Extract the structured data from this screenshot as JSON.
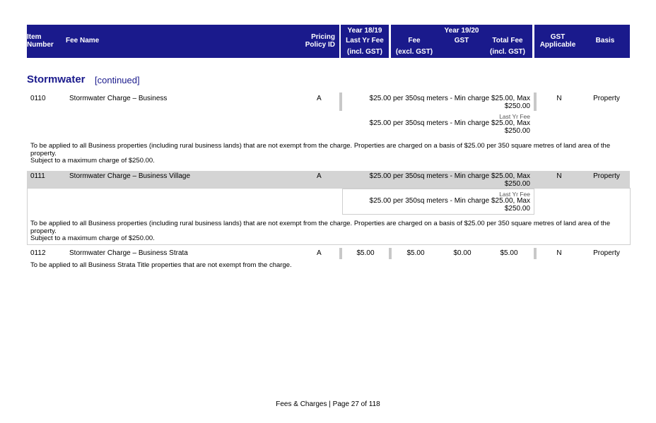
{
  "header": {
    "item_number": "Item\nNumber",
    "fee_name": "Fee Name",
    "pricing_policy": "Pricing\nPolicy ID",
    "year_prev": "Year 18/19",
    "last_yr_fee": "Last Yr Fee",
    "incl_gst_1": "(incl. GST)",
    "year_curr": "Year 19/20",
    "fee": "Fee",
    "excl_gst": "(excl. GST)",
    "gst": "GST",
    "total_fee": "Total Fee",
    "incl_gst_2": "(incl. GST)",
    "gst_applicable": "GST\nApplicable",
    "basis": "Basis"
  },
  "section": {
    "title": "Stormwater",
    "continued": "[continued]"
  },
  "rows": [
    {
      "item": "0110",
      "name": "Stormwater Charge  – Business",
      "policy": "A",
      "fee_text": "$25.00 per 350sq meters - Min charge $25.00, Max $250.00",
      "last_yr_label": "Last Yr Fee",
      "last_yr_text": "$25.00 per 350sq meters - Min charge $25.00, Max $250.00",
      "gst_applicable": "N",
      "basis": "Property",
      "desc_1": "To be applied to all Business properties (including rural business lands) that are not exempt from the charge. Properties are charged on a basis of $25.00 per 350 square metres of land area of the property.",
      "desc_2": "Subject to a maximum charge of $250.00."
    },
    {
      "item": "0111",
      "name": "Stormwater Charge  – Business Village",
      "policy": "A",
      "fee_text": "$25.00 per 350sq meters - Min charge $25.00, Max $250.00",
      "last_yr_label": "Last Yr Fee",
      "last_yr_text": "$25.00 per 350sq meters - Min charge $25.00, Max $250.00",
      "gst_applicable": "N",
      "basis": "Property",
      "desc_1": "To be applied to all Business properties (including rural business lands) that are not exempt from the charge. Properties are charged on a basis of $25.00 per 350 square metres of land area of the property.",
      "desc_2": "Subject to a maximum charge of $250.00."
    },
    {
      "item": "0112",
      "name": "Stormwater Charge  – Business Strata",
      "policy": "A",
      "last_yr": "$5.00",
      "fee": "$5.00",
      "gst": "$0.00",
      "total": "$5.00",
      "gst_applicable": "N",
      "basis": "Property",
      "desc_1": "To be applied to all Business Strata Title properties that are not exempt from the charge."
    }
  ],
  "footer": "Fees & Charges | Page 27 of 118"
}
